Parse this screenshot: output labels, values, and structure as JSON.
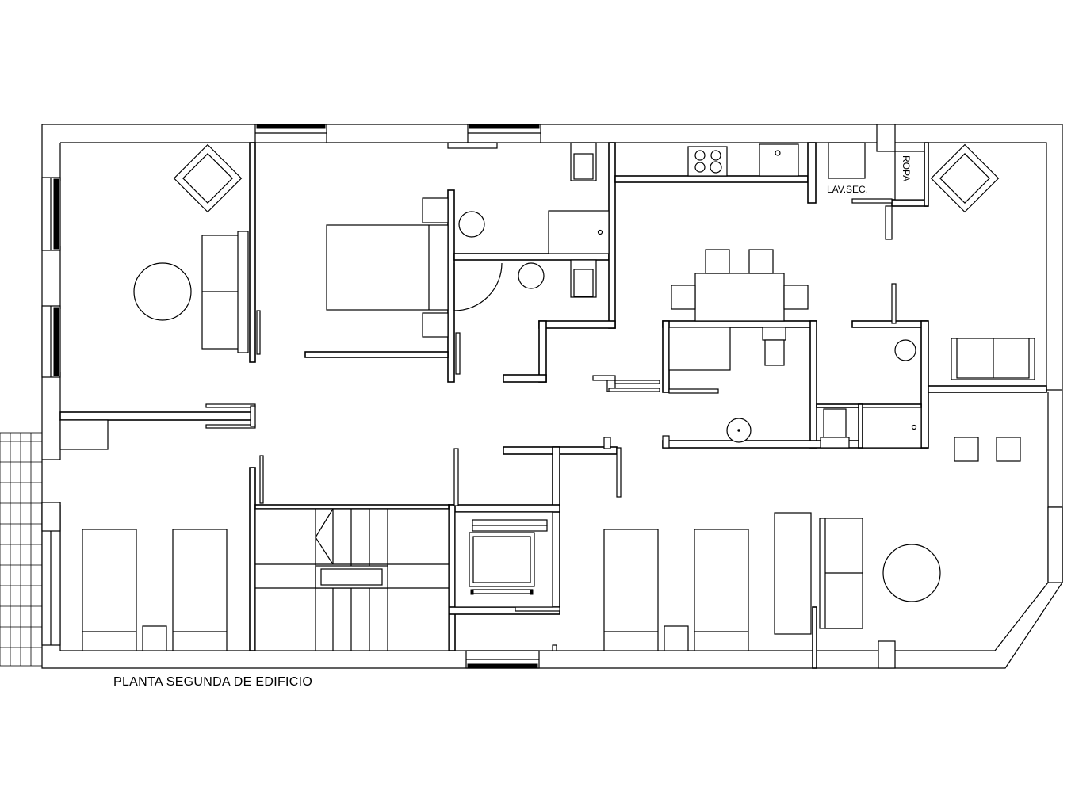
{
  "drawing": {
    "title": "PLANTA SEGUNDA DE EDIFICIO",
    "labels": {
      "laundry": "LAV.SEC.",
      "closet": "ROPA"
    },
    "stroke_color": "#000000",
    "background_color": "#ffffff"
  }
}
